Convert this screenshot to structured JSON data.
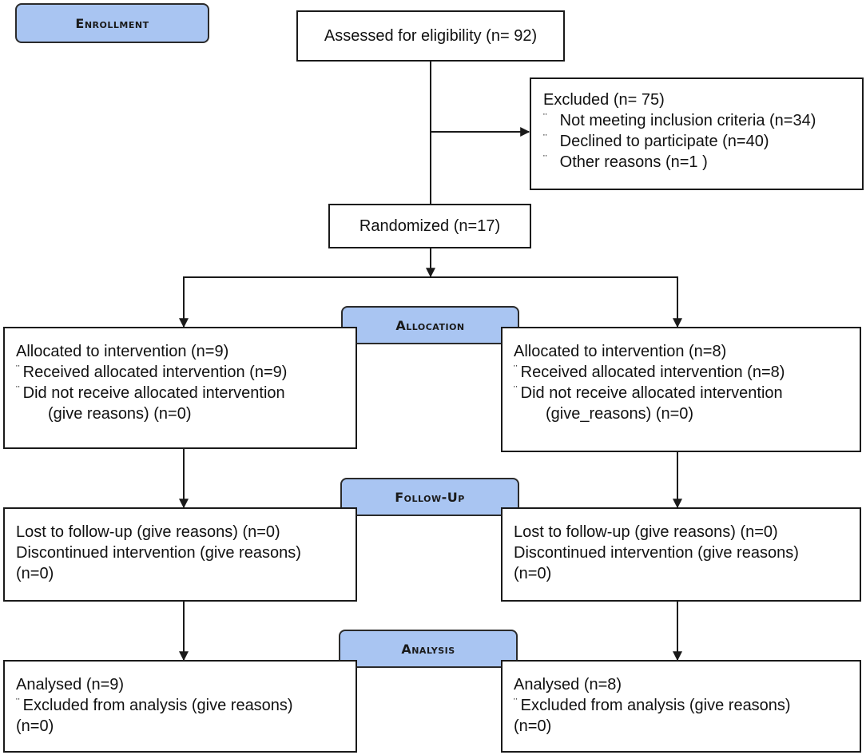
{
  "stages": {
    "enrollment": "Enrollment",
    "allocation": "Allocation",
    "follow_up": "Follow-Up",
    "analysis": "Analysis"
  },
  "assessed": "Assessed for eligibility  (n= 92)",
  "excluded": {
    "title": "Excluded   (n= 75)",
    "bullet": "¨",
    "items": [
      "Not meeting inclusion criteria (n=34)",
      "Declined to participate (n=40)",
      "Other reasons (n=1   )"
    ]
  },
  "randomized": "Randomized  (n=17)",
  "allocation": {
    "left": {
      "heading": "Allocated to intervention (n=9)",
      "received": "Received allocated intervention (n=9)",
      "not_received": "Did not receive allocated intervention",
      "reasons": "(give reasons) (n=0)"
    },
    "right": {
      "heading": "Allocated to intervention  (n=8)",
      "received": "Received allocated intervention  (n=8)",
      "not_received": "Did not receive allocated intervention",
      "reasons": "(give_reasons) (n=0)"
    }
  },
  "follow_up": {
    "left": {
      "lost": "Lost to follow-up  (give reasons) (n=0)",
      "discontinued": "Discontinued intervention  (give reasons)",
      "count": "(n=0)"
    },
    "right": {
      "lost": "Lost to follow-up  (give reasons) (n=0)",
      "discontinued": "Discontinued  intervention  (give reasons)",
      "count": "(n=0)"
    }
  },
  "analysis": {
    "left": {
      "analysed": "Analysed  (n=9)",
      "excluded": "Excluded  from analysis  (give reasons)",
      "count": "(n=0)"
    },
    "right": {
      "analysed": "Analysed  (n=8)",
      "excluded": "Excluded  from analysis  (give reasons)",
      "count": "(n=0)"
    }
  },
  "colors": {
    "stage_fill": "#a9c5f2",
    "border": "#1a1a1a"
  }
}
